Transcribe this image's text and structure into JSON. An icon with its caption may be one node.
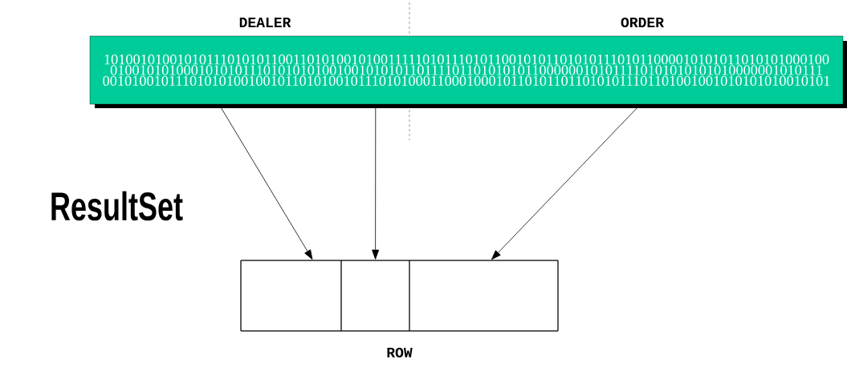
{
  "diagram": {
    "nodes": [
      {
        "text": [
          "1010010100101011101010110011010100101001111101011101011001010110101011101011000010101011010101000100 01001010100010101011101010101001001010101101111011010101011000000101011110101010101010000001010111 0010100101110101010010010110101001011101010001100010001011010110110101011101101001001010101010010101"
        ]
      },
      {
        "text": [],
        "shape": "box",
        "beside": [
          "ROW"
        ]
      },
      {
        "text": [],
        "shape": "box",
        "in": 1
      },
      {
        "text": [],
        "shape": "box",
        "in": 1
      },
      {
        "text": [],
        "shape": "box",
        "in": 1
      }
    ],
    "edges": [
      {
        "from": 0,
        "to": 2,
        "arrow": "to"
      },
      {
        "from": 0,
        "to": 3,
        "arrow": "to"
      },
      {
        "from": 0,
        "to": 4,
        "arrow": "to"
      }
    ],
    "labels": [
      "DEALER",
      "ORDER",
      "ResultSet"
    ]
  }
}
